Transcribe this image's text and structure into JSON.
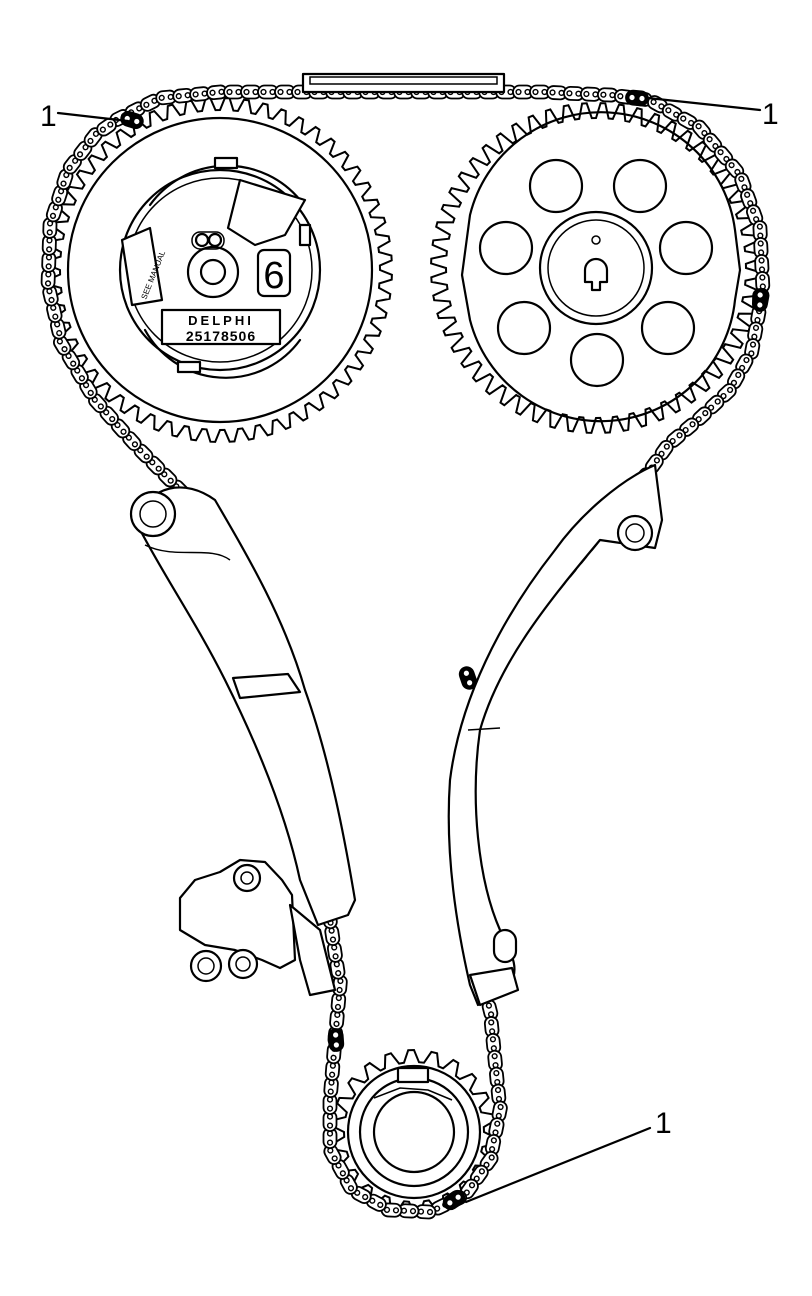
{
  "callouts": [
    {
      "id": "callout-top-left",
      "label": "1"
    },
    {
      "id": "callout-top-right",
      "label": "1"
    },
    {
      "id": "callout-bottom",
      "label": "1"
    }
  ],
  "intake_sprocket": {
    "brand": "DELPHI",
    "part_number": "25178506",
    "note": "SEE MANUAL",
    "digit": "6"
  },
  "colors": {
    "ink": "#000000",
    "paper": "#ffffff"
  }
}
